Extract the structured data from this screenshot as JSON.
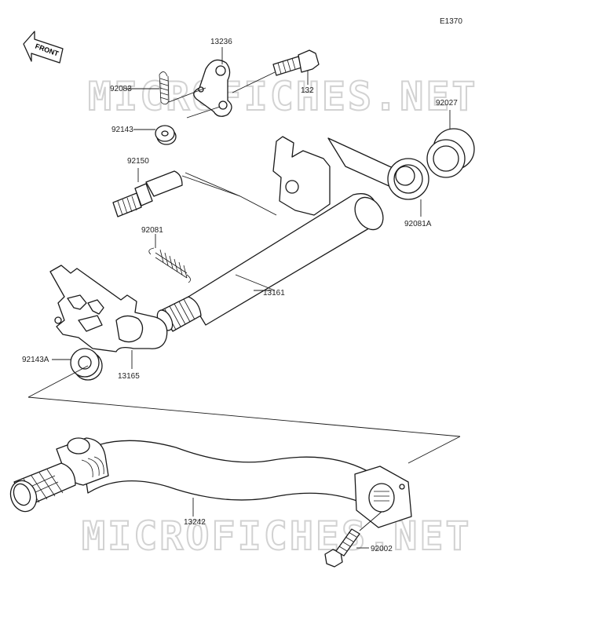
{
  "diagram": {
    "code": "E1370",
    "front_label": "FRONT",
    "watermark": "MICROFICHES.NET",
    "parts": {
      "p13236": "13236",
      "p92083": "92083",
      "p132": "132",
      "p92143": "92143",
      "p92027": "92027",
      "p92150": "92150",
      "p92081A": "92081A",
      "p92081": "92081",
      "p13161": "13161",
      "p92143A": "92143A",
      "p13165": "13165",
      "p13242": "13242",
      "p92002": "92002"
    }
  }
}
